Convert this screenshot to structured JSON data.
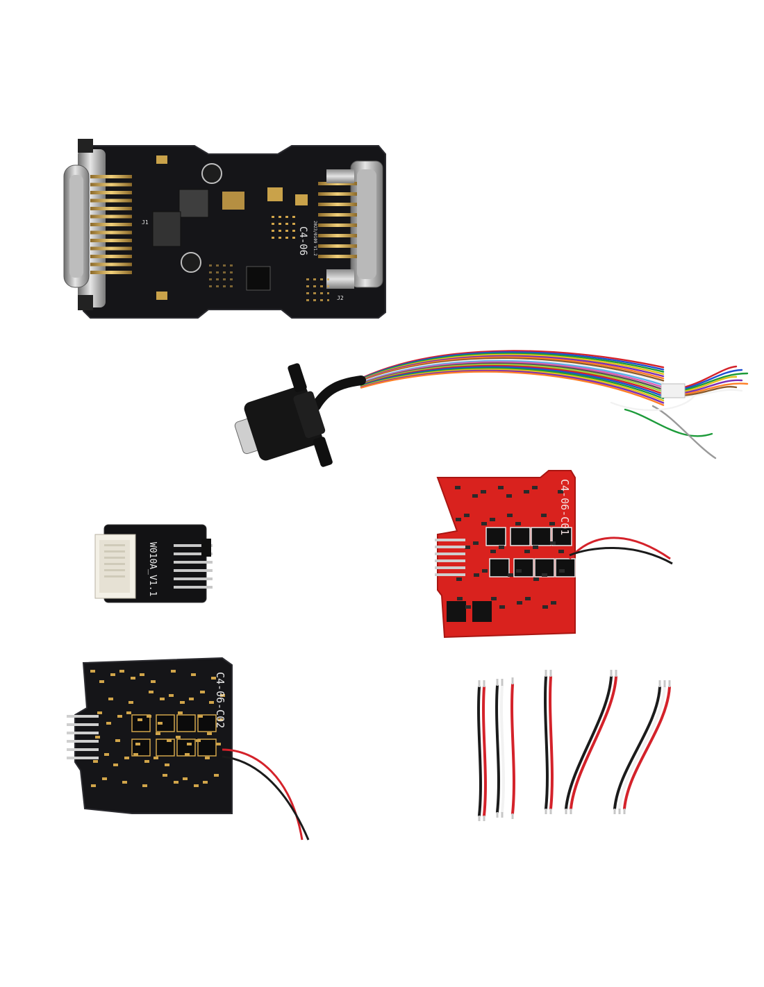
{
  "main_board": {
    "silkscreen": "C4-06",
    "version": "2023/0109 V1.2",
    "connectors": [
      "J1",
      "J2"
    ]
  },
  "adapter_board": {
    "silkscreen": "W010A_V1.1"
  },
  "red_board": {
    "silkscreen": "C4-06-C01"
  },
  "black_board": {
    "silkscreen": "C4-06-C02"
  },
  "colors": {
    "pcb_black": "#151518",
    "pcb_red": "#d9221e",
    "wire_red": "#d4222a",
    "wire_black": "#1b1b1b",
    "pins": "#d1a54a"
  }
}
